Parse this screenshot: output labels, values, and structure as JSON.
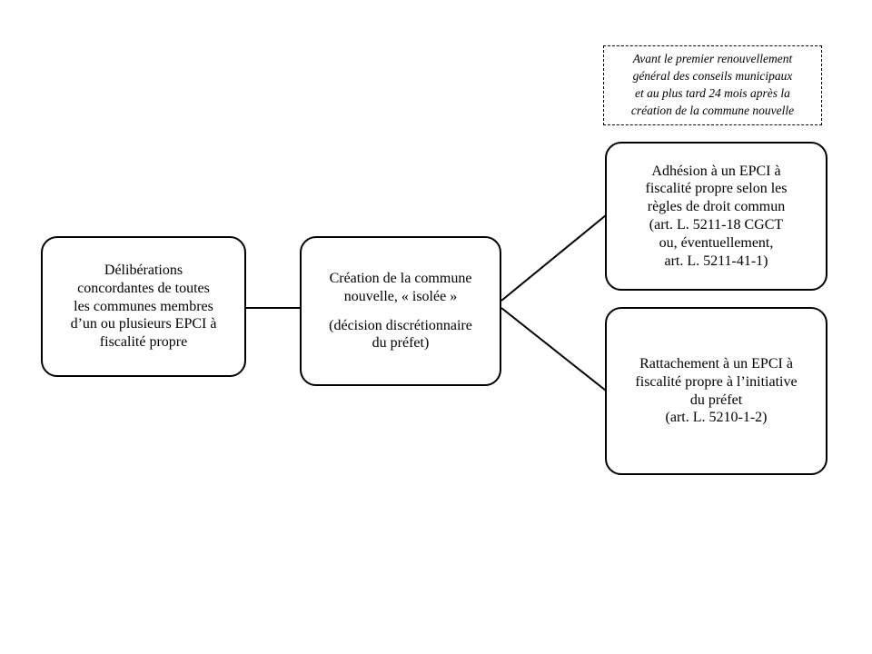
{
  "colors": {
    "border": "#000000",
    "background": "#ffffff"
  },
  "note": {
    "text": "Avant le premier renouvellement\ngénéral des conseils municipaux\net au plus tard 24 mois après la\ncréation de la commune nouvelle"
  },
  "boxes": {
    "deliberations": {
      "text": "Délibérations\nconcordantes de toutes\nles communes membres\nd’un ou plusieurs EPCI à\nfiscalité propre"
    },
    "creation": {
      "title": "Création de la commune\nnouvelle, « isolée »",
      "subtitle": "(décision discrétionnaire\ndu préfet)"
    },
    "adhesion": {
      "text": "Adhésion à un EPCI à\nfiscalité propre selon les\nrègles de droit commun\n(art. L. 5211-18 CGCT\nou, éventuellement,\nart. L. 5211-41-1)"
    },
    "rattachement": {
      "text": "Rattachement à un EPCI à\nfiscalité propre à l’initiative\ndu préfet\n(art. L. 5210-1-2)"
    }
  }
}
